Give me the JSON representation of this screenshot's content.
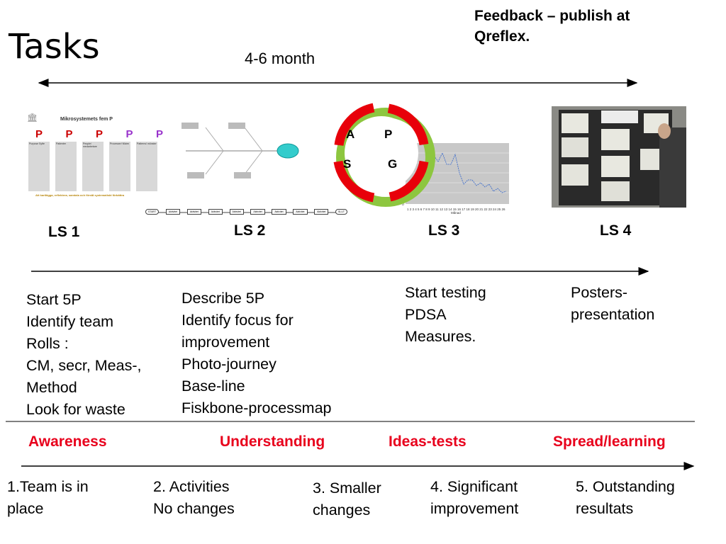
{
  "title": "Tasks",
  "feedback": "Feedback – publish at\nQreflex.",
  "duration": "4-6 month",
  "learning_sessions": [
    {
      "label": "LS 1",
      "tasks": "Start 5P\nIdentify team\nRolls :\nCM, secr, Meas-,\nMethod\nLook for waste"
    },
    {
      "label": "LS 2",
      "tasks": "Describe 5P\nIdentify focus for\nimprovement\nPhoto-journey\nBase-line\nFiskbone-processmap"
    },
    {
      "label": "LS 3",
      "tasks": "Start testing\nPDSA\nMeasures."
    },
    {
      "label": "LS 4",
      "tasks": "Posters-\npresentation"
    }
  ],
  "phases": [
    "Awareness",
    "Understanding",
    "Ideas-tests",
    "Spread/learning"
  ],
  "outcomes": [
    "1.Team is in\n place",
    "2. Activities\nNo changes",
    "3. Smaller\nchanges",
    "4. Significant\nimprovement",
    "5. Outstanding\nresultats"
  ],
  "thumb_5p": {
    "heading": "Mikrosystemets fem P",
    "letters": [
      "P",
      "P",
      "P",
      "P",
      "P"
    ],
    "columns": [
      "Purpose Syfte",
      "Patienter",
      "People/ medarbetare",
      "Processer/ flöden",
      "Patterns/ mönster"
    ],
    "caption": "Att kartlägga, reflektera, samtala och förstå systematiskt förbättra"
  },
  "pdsa": {
    "letters": [
      "A",
      "P",
      "S",
      "G"
    ]
  },
  "process_map": {
    "boxes": [
      "START",
      "Aktivitet",
      "Aktivitet",
      "Aktivitet",
      "Aktivitet",
      "Aktivitet",
      "Aktivitet",
      "Aktivitet",
      "Aktivitet",
      "SLUT"
    ]
  },
  "colors": {
    "phase": "#e8001c",
    "pdsa_arrow": "#e8000a",
    "pdsa_green": "#8dc63f",
    "fishhead": "#33cccc"
  }
}
